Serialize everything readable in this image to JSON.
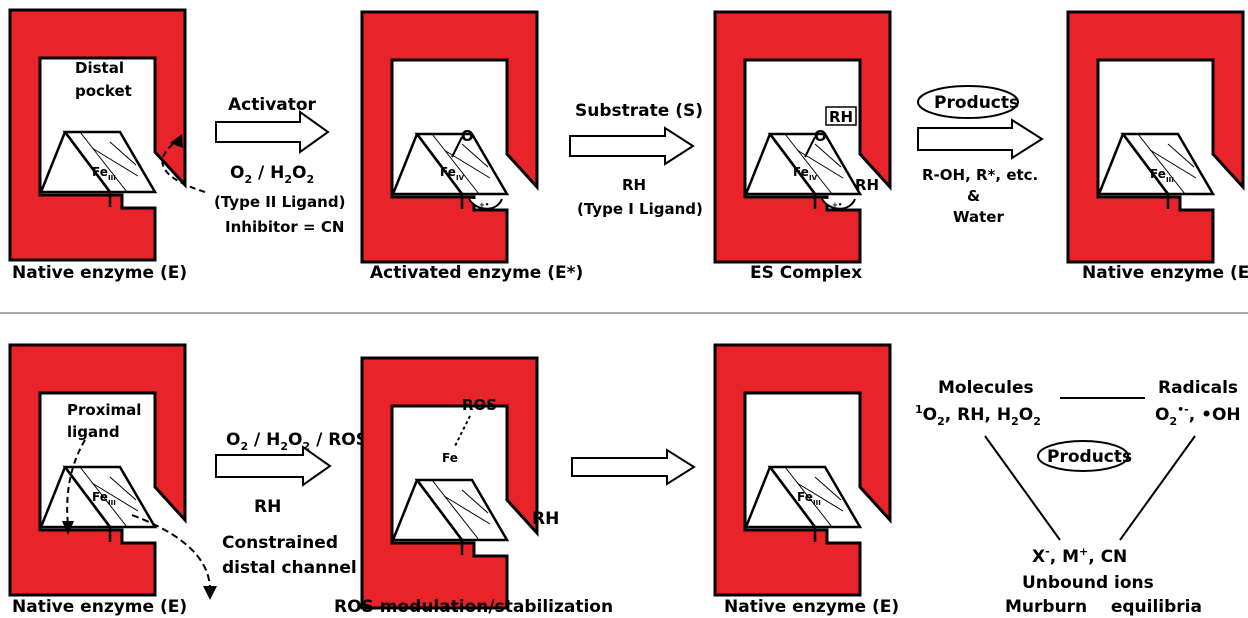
{
  "colors": {
    "enzyme": "#e8232a",
    "outline": "#000000"
  },
  "row1": {
    "e1_label": "Native enzyme (E)",
    "e1_pocket1": "Distal",
    "e1_pocket2": "pocket",
    "arrow1_top": "Activator",
    "arrow1_ligand": "(Type II Ligand)",
    "arrow1_inhibitor": "Inhibitor = CN",
    "e2_label": "Activated enzyme (E*)",
    "arrow2_top": "Substrate (S)",
    "arrow2_rh": "RH",
    "arrow2_ligand": "(Type I Ligand)",
    "e3_label": "ES Complex",
    "e3_rh_box": "RH",
    "e3_rh": "RH",
    "arrow3_products": "Products",
    "arrow3_line1": "R-OH, R*, etc.",
    "arrow3_line2": "&",
    "arrow3_line3": "Water",
    "e4_label": "Native enzyme (E)"
  },
  "row2": {
    "e1_label": "Native enzyme (E)",
    "e1_prox1": "Proximal",
    "e1_prox2": "ligand",
    "constrained1": "Constrained",
    "constrained2": "distal channel",
    "arrow1_bottom": "RH",
    "e2_label": "ROS modulation/stabilization",
    "e2_ros": "ROS",
    "e2_fe": "Fe",
    "e2_rh": "RH",
    "e3_label": "Native enzyme (E)",
    "molecules": "Molecules",
    "radicals": "Radicals",
    "products": "Products",
    "unbound": "Unbound ions",
    "murburn": "Murburn    equilibria"
  },
  "chem": {
    "fe": "Fe",
    "fe_iii": "III",
    "fe_iv": "IV",
    "oxo": "O",
    "cation": "+•"
  }
}
